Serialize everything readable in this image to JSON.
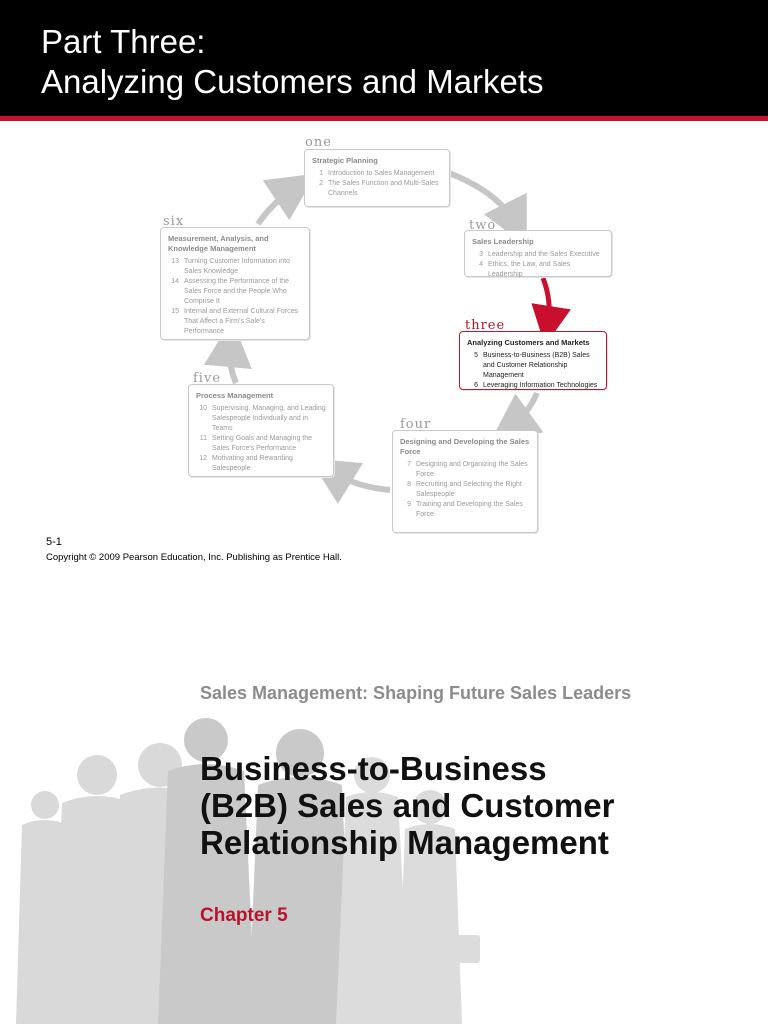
{
  "slide1": {
    "title_lines": [
      "Part Three:",
      "Analyzing Customers and Markets"
    ],
    "page_number": "5-1",
    "copyright": "Copyright © 2009 Pearson Education, Inc. Publishing as Prentice Hall.",
    "diagram": {
      "steps": [
        {
          "label": "one",
          "title": "Strategic Planning",
          "items": [
            {
              "num": "1",
              "text": "Introduction to Sales Management"
            },
            {
              "num": "2",
              "text": "The Sales Function and Multi-Sales Channels"
            }
          ]
        },
        {
          "label": "two",
          "title": "Sales Leadership",
          "items": [
            {
              "num": "3",
              "text": "Leadership and the Sales Executive"
            },
            {
              "num": "4",
              "text": "Ethics, the Law, and Sales Leadership"
            }
          ]
        },
        {
          "label": "three",
          "title": "Analyzing Customers and Markets",
          "active": true,
          "items": [
            {
              "num": "5",
              "text": "Business-to-Business (B2B) Sales and Customer Relationship Management"
            },
            {
              "num": "6",
              "text": "Leveraging Information Technologies"
            }
          ]
        },
        {
          "label": "four",
          "title": "Designing and Developing the Sales Force",
          "items": [
            {
              "num": "7",
              "text": "Designing and Organizing the Sales Force"
            },
            {
              "num": "8",
              "text": "Recruiting and Selecting the Right Salespeople"
            },
            {
              "num": "9",
              "text": "Training and Developing the Sales Force"
            }
          ]
        },
        {
          "label": "five",
          "title": "Process Management",
          "items": [
            {
              "num": "10",
              "text": "Supervising, Managing, and Leading Salespeople Individually and in Teams"
            },
            {
              "num": "11",
              "text": "Setting Goals and Managing the Sales Force's Performance"
            },
            {
              "num": "12",
              "text": "Motivating and Rewarding Salespeople"
            }
          ]
        },
        {
          "label": "six",
          "title": "Measurement, Analysis, and Knowledge Management",
          "items": [
            {
              "num": "13",
              "text": "Turning Customer Information into Sales Knowledge"
            },
            {
              "num": "14",
              "text": "Assessing the Performance of the Sales Force and the People Who Comprise It"
            },
            {
              "num": "15",
              "text": "Internal and External Cultural Forces That Affect a Firm's Sale's Performance"
            }
          ]
        }
      ]
    },
    "colors": {
      "accent": "#c8102e",
      "header_bg": "#000000"
    }
  },
  "slide2": {
    "subtitle": "Sales Management: Shaping Future Sales Leaders",
    "title_lines": [
      "Business-to-Business",
      "(B2B) Sales and Customer",
      "Relationship Management"
    ],
    "chapter": "Chapter 5"
  }
}
